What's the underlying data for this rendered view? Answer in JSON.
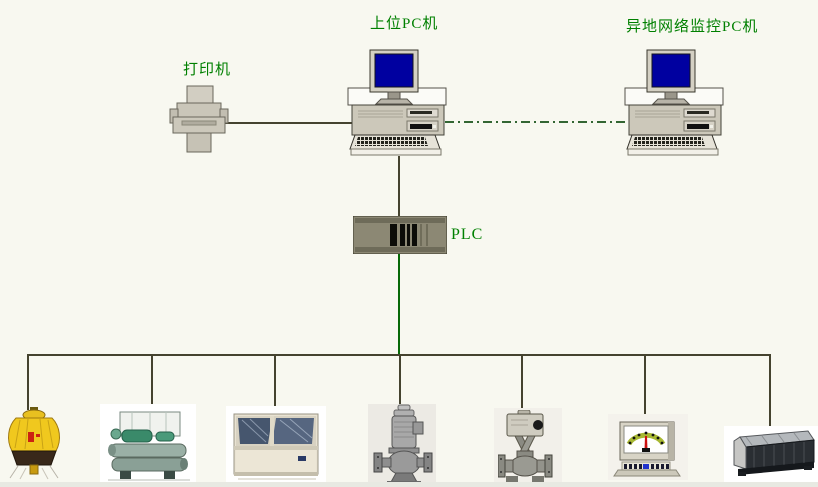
{
  "diagram": {
    "title_context": "PLC building automation system architecture",
    "labels": {
      "printer": "打印机",
      "host_pc": "上位PC机",
      "remote_pc": "异地网络监控PC机",
      "plc": "PLC"
    },
    "colors": {
      "background": "#f8f8f0",
      "label_green": "#008000",
      "solid_line": "#45432f",
      "plc_drop_line": "#076907",
      "dash_dot_link": "#336633",
      "monitor_screen": "#0000a0",
      "pc_case": "#ccc8ba",
      "plc_body": "#8c8874",
      "cooling_tower_yellow": "#f0c81e",
      "footer_strip": "#e8e9e2"
    },
    "nodes": [
      {
        "icon": "printer-icon",
        "label": "打印机"
      },
      {
        "icon": "desktop-pc-icon",
        "label": "上位PC机"
      },
      {
        "icon": "desktop-pc-icon",
        "label": "异地网络监控PC机"
      },
      {
        "icon": "plc-module-icon",
        "label": "PLC"
      }
    ],
    "field_devices": [
      {
        "icon": "cooling-tower-icon"
      },
      {
        "icon": "water-cooled-chiller-icon"
      },
      {
        "icon": "air-cooled-chiller-icon"
      },
      {
        "icon": "inline-pump-icon"
      },
      {
        "icon": "motorized-valve-icon"
      },
      {
        "icon": "panel-meter-icon"
      },
      {
        "icon": "fan-coil-unit-icon"
      }
    ],
    "connections": [
      {
        "from": "printer",
        "to": "host_pc",
        "style": "solid"
      },
      {
        "from": "host_pc",
        "to": "remote_pc",
        "style": "dash-dot"
      },
      {
        "from": "host_pc",
        "to": "plc",
        "style": "solid"
      },
      {
        "from": "plc",
        "to": "field_bus",
        "style": "solid-green"
      },
      {
        "from": "field_bus",
        "to": "all_field_devices",
        "style": "solid"
      }
    ]
  }
}
